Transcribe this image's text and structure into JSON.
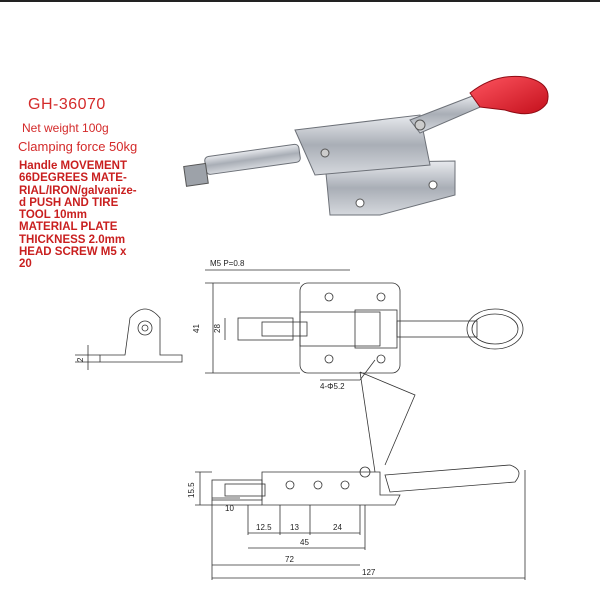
{
  "product": {
    "model": "GH-36070",
    "net_weight": "Net weight 100g",
    "clamping_force": "Clamping force 50kg",
    "specs": "Handle MOVEMENT\n66DEGREES MATE-\nRIAL/IRON/galvanize-\nd PUSH AND TIRE\nTOOL 10mm\nMATERIAL PLATE\nTHICKNESS 2.0mm\nHEAD SCREW M5 x\n20"
  },
  "drawing": {
    "thread": "M5 P=0.8",
    "height_41": "41",
    "height_28": "28",
    "thickness": "2",
    "holes": "4-Φ5.2",
    "height_15_5": "15.5",
    "width_10": "10",
    "width_12_5": "12.5",
    "width_13": "13",
    "width_24": "24",
    "width_45": "45",
    "width_72": "72",
    "width_127": "127"
  },
  "colors": {
    "text_red": "#d42a2a",
    "handle_red": "#e0202a",
    "metal": "#b9bdc4"
  }
}
